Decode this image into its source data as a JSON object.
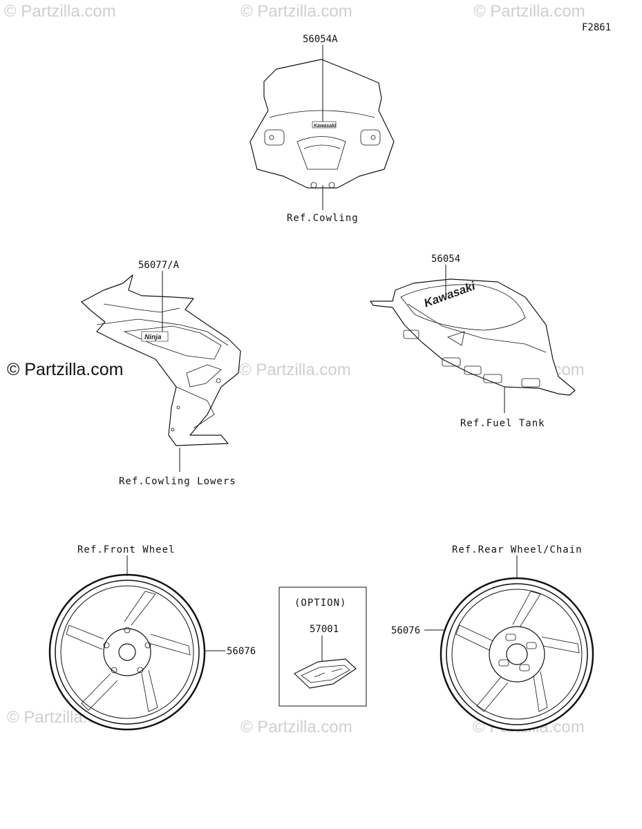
{
  "figure_code": "F2861",
  "watermarks": {
    "small": "© Partzilla.com",
    "prominent": "© Partzilla.com"
  },
  "callouts": {
    "windshield_part": "56054A",
    "windshield_ref": "Ref.Cowling",
    "side_cowl_part": "56077/A",
    "side_cowl_ref": "Ref.Cowling Lowers",
    "tank_part": "56054",
    "tank_ref": "Ref.Fuel Tank",
    "front_wheel_ref": "Ref.Front Wheel",
    "front_wheel_part": "56076",
    "option_label": "(OPTION)",
    "option_part": "57001",
    "rear_wheel_ref": "Ref.Rear Wheel/Chain",
    "rear_wheel_part": "56076"
  },
  "decal_text": {
    "windshield_brand": "Kawasaki",
    "side_cowl_brand": "Ninja",
    "tank_brand": "Kawasaki"
  }
}
